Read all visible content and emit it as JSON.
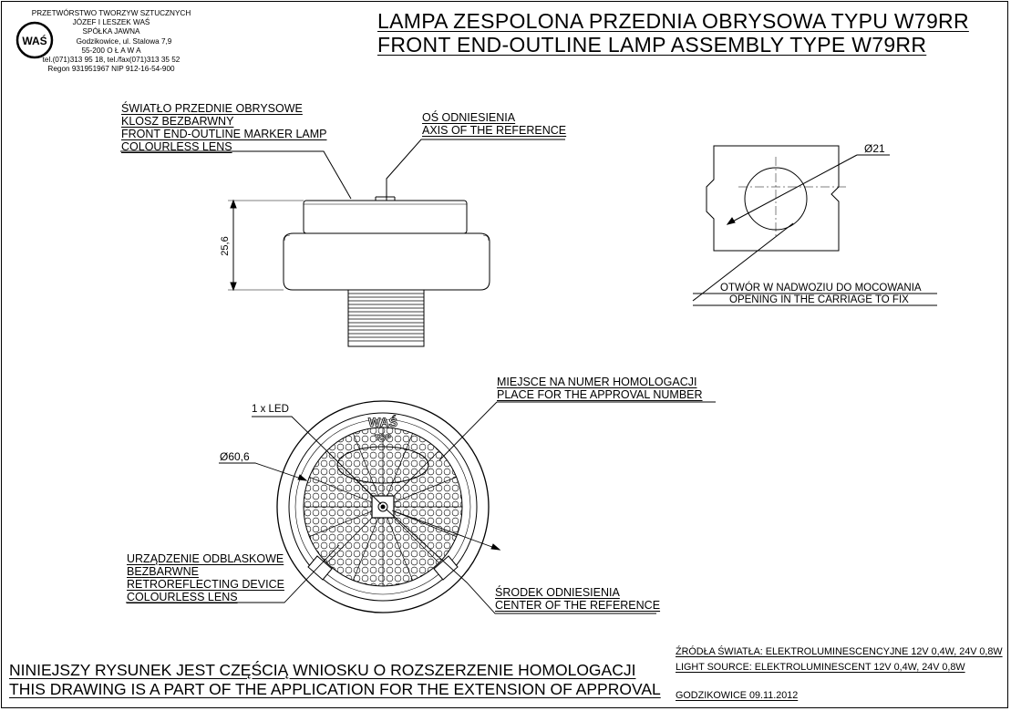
{
  "company": {
    "lines": [
      "PRZETWÓRSTWO TWORZYW SZTUCZNYCH",
      "JÓZEF I LESZEK WAŚ",
      "SPÓŁKA JAWNA",
      "Godzikowice, ul. Stalowa 7,9",
      "55-200  O Ł A W A",
      "tel.(071)313 95 18, tel./fax(071)313 35 52",
      "Regon 931951967 NIP 912-16-54-900"
    ],
    "logo": "WAŚ"
  },
  "title": {
    "pl": "LAMPA ZESPOLONA PRZEDNIA OBRYSOWA TYPU W79RR",
    "en": "FRONT END-OUTLINE LAMP ASSEMBLY TYPE W79RR"
  },
  "labels": {
    "front_lamp": [
      "ŚWIATŁO PRZEDNIE OBRYSOWE",
      "KLOSZ BEZBARWNY",
      "FRONT END-OUTLINE MARKER LAMP",
      "COLOURLESS LENS"
    ],
    "axis": [
      "OŚ ODNIESIENIA",
      "AXIS OF THE REFERENCE"
    ],
    "opening": [
      "OTWÓR W NADWOZIU DO MOCOWANIA",
      "OPENING IN THE CARRIAGE TO FIX"
    ],
    "approval_place": [
      "MIEJSCE NA NUMER HOMOLOGACJI",
      "PLACE FOR THE APPROVAL NUMBER"
    ],
    "led": "1 x LED",
    "retro": [
      "URZĄDZENIE ODBLASKOWE",
      "BEZBARWNE",
      "RETROREFLECTING DEVICE",
      "COLOURLESS LENS"
    ],
    "center": [
      "ŚRODEK ODNIESIENIA",
      "CENTER OF THE REFERENCE"
    ],
    "was_mark": "WAŚ",
    "top_mark": "TOP"
  },
  "dimensions": {
    "height": "25,6",
    "hole_dia": "Ø21",
    "lamp_dia": "Ø60,6"
  },
  "footer": {
    "pl": "NINIEJSZY RYSUNEK JEST CZĘŚCIĄ WNIOSKU O  ROZSZERZENIE HOMOLOGACJI",
    "en": "THIS DRAWING IS A PART OF THE APPLICATION FOR THE EXTENSION OF APPROVAL"
  },
  "specs": {
    "pl": "ŹRÓDŁA ŚWIATŁA: ELEKTROLUMINESCENCYJNE  12V  0,4W,  24V  0,8W",
    "en": "LIGHT SOURCE: ELEKTROLUMINESCENT  12V  0,4W, 24V  0,8W",
    "place_date": "GODZIKOWICE   09.11.2012"
  }
}
